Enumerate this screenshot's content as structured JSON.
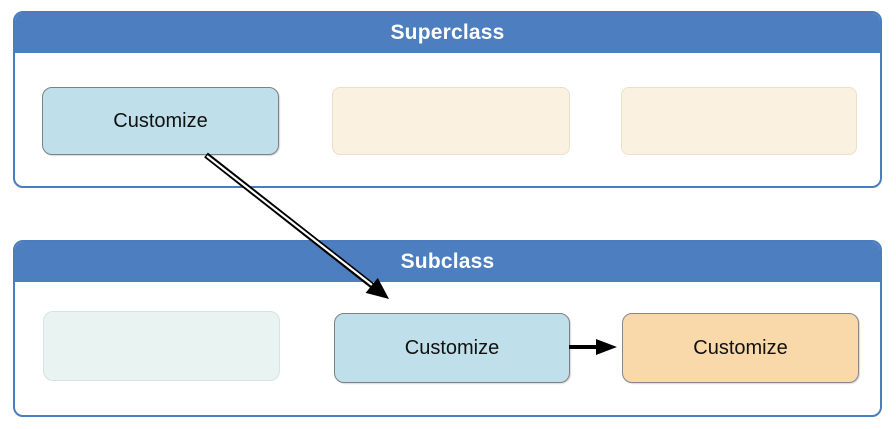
{
  "diagram": {
    "superclass": {
      "title": "Superclass",
      "boxes": [
        {
          "label": "Customize",
          "kind": "customize-box"
        },
        {
          "label": "",
          "kind": "placeholder-box"
        },
        {
          "label": "",
          "kind": "placeholder-box"
        }
      ]
    },
    "subclass": {
      "title": "Subclass",
      "boxes": [
        {
          "label": "",
          "kind": "placeholder-box"
        },
        {
          "label": "Customize",
          "kind": "customize-box"
        },
        {
          "label": "Customize",
          "kind": "customize-box"
        }
      ]
    },
    "arrows": [
      {
        "name": "inheritance-arrow",
        "from": "superclass-customize-box",
        "to": "subclass-customize-box",
        "style": "white-cored-shaft-black-head"
      },
      {
        "name": "customization-arrow",
        "from": "subclass-customize-box",
        "to": "subclass-customize-orange-box",
        "style": "solid-black"
      }
    ],
    "colors": {
      "header_blue": "#4d7ebf",
      "panel_border_blue": "#4b7cbd",
      "customize_blue_fill": "#bfe0ea",
      "customize_orange_fill": "#f9d9a9",
      "placeholder_cream_fill": "#fbf1e1",
      "placeholder_pale_fill": "#e9f4f2",
      "box_border_gray": "#7e8184",
      "text_black": "#111111",
      "title_white": "#ffffff"
    }
  }
}
